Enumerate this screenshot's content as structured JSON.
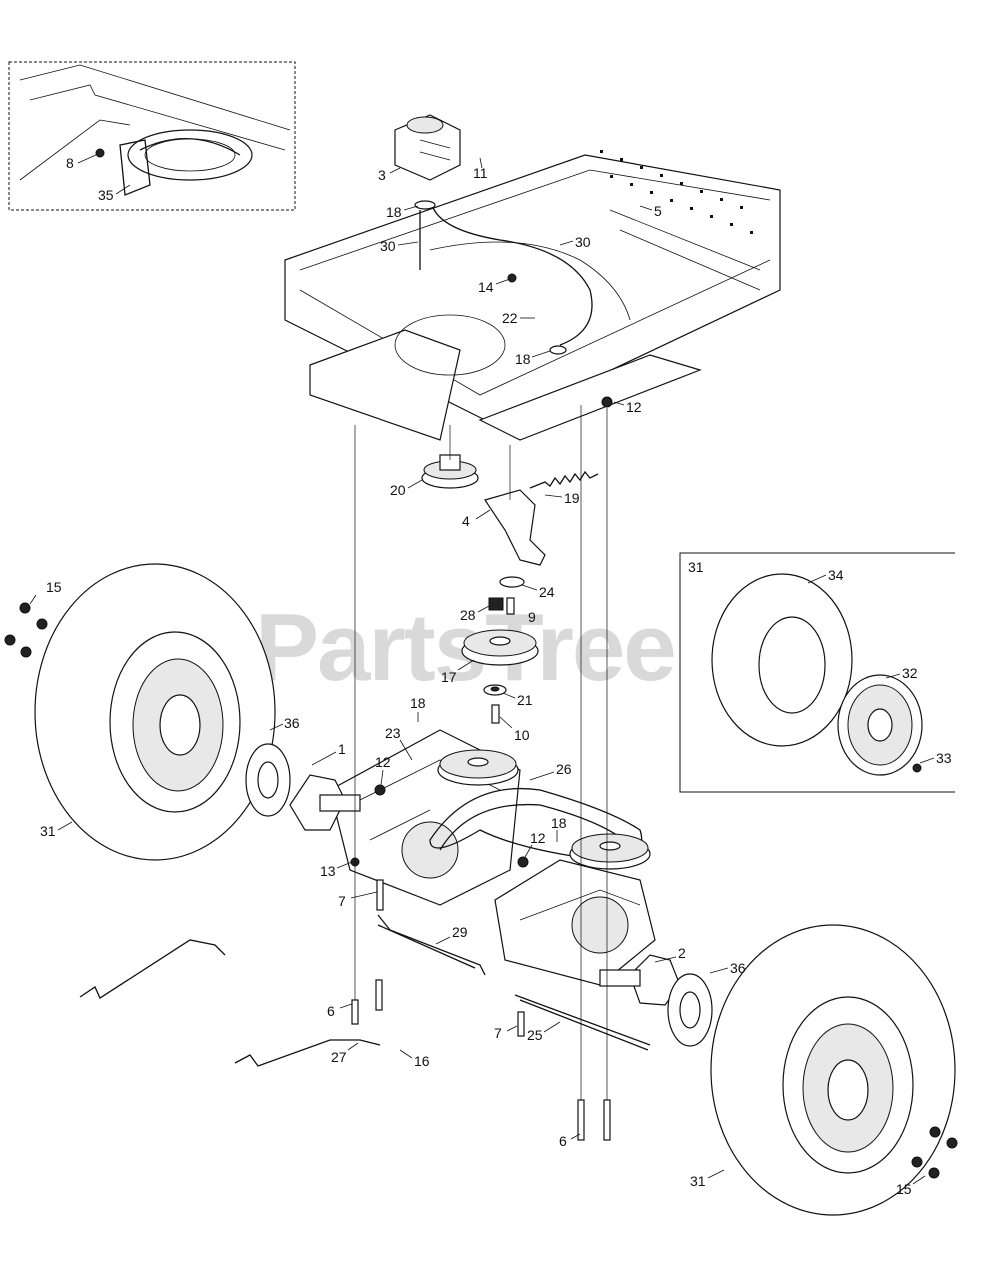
{
  "watermark": "PartsTree",
  "callouts": {
    "c1": "1",
    "c2": "2",
    "c3": "3",
    "c4": "4",
    "c5": "5",
    "c6a": "6",
    "c6b": "6",
    "c7a": "7",
    "c7b": "7",
    "c8": "8",
    "c9": "9",
    "c10": "10",
    "c11": "11",
    "c12a": "12",
    "c12b": "12",
    "c12c": "12",
    "c13": "13",
    "c14": "14",
    "c15a": "15",
    "c15b": "15",
    "c16": "16",
    "c17": "17",
    "c18a": "18",
    "c18b": "18",
    "c18c": "18",
    "c18d": "18",
    "c19": "19",
    "c20": "20",
    "c21": "21",
    "c22": "22",
    "c23": "23",
    "c24": "24",
    "c25": "25",
    "c26": "26",
    "c27": "27",
    "c28": "28",
    "c29": "29",
    "c30a": "30",
    "c30b": "30",
    "c31a": "31",
    "c31b": "31",
    "c31c": "31",
    "c32": "32",
    "c33": "33",
    "c34": "34",
    "c35": "35",
    "c36a": "36",
    "c36b": "36"
  }
}
